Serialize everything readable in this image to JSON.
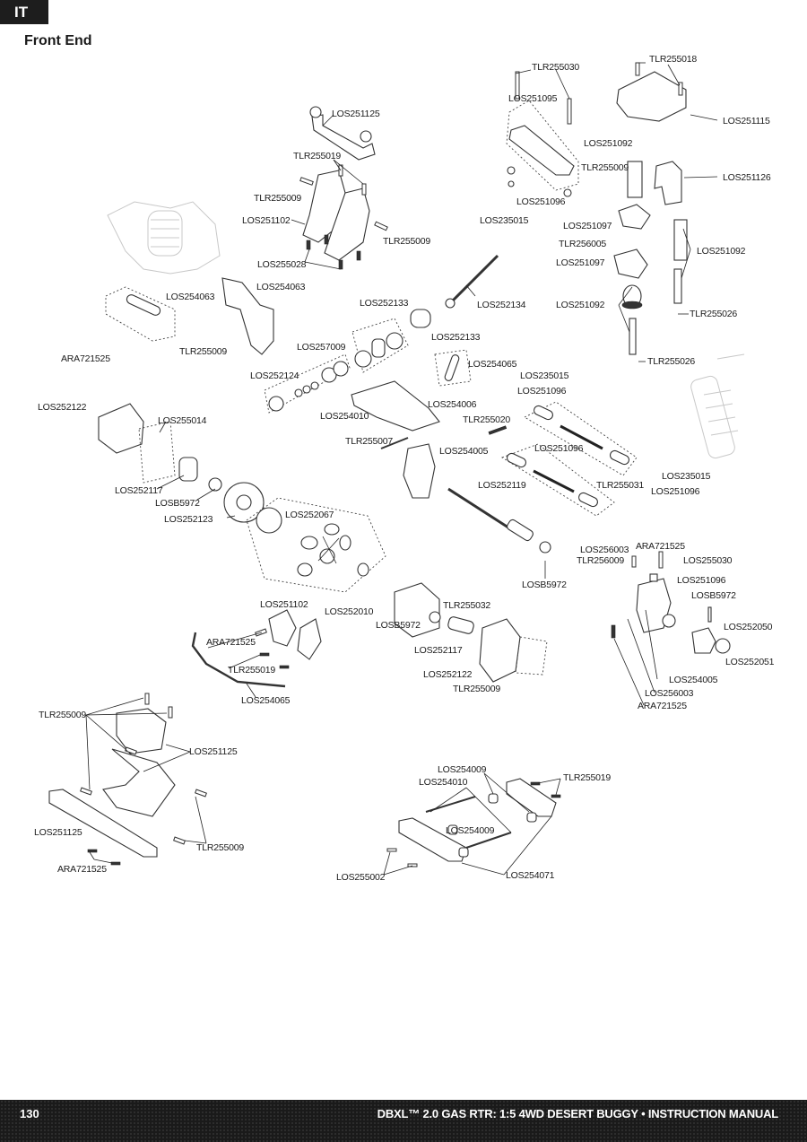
{
  "header": {
    "language_tab": "IT",
    "section_title": "Front End"
  },
  "footer": {
    "page_number": "130",
    "manual_title": "DBXL™ 2.0 GAS RTR: 1:5 4WD DESERT BUGGY • INSTRUCTION MANUAL"
  },
  "labels": {
    "tlr255030": "TLR255030",
    "los251095": "LOS251095",
    "tlr255018": "TLR255018",
    "los251115": "LOS251115",
    "los251092_top": "LOS251092",
    "tlr255009_post": "TLR255009",
    "los251126": "LOS251126",
    "los251096_top": "LOS251096",
    "los235015_top": "LOS235015",
    "los251097_a": "LOS251097",
    "tlr256005": "TLR256005",
    "los251097_b": "LOS251097",
    "los251092_right": "LOS251092",
    "los251092_spring": "LOS251092",
    "tlr255026_a": "TLR255026",
    "tlr255026_b": "TLR255026",
    "los251125_top": "LOS251125",
    "tlr255019_top": "TLR255019",
    "tlr255009_a": "TLR255009",
    "los251102_top": "LOS251102",
    "tlr255009_b": "TLR255009",
    "los255028": "LOS255028",
    "los252134": "LOS252134",
    "los254063_a": "LOS254063",
    "los254063_b": "LOS254063",
    "ara721525_a": "ARA721525",
    "tlr255009_c": "TLR255009",
    "los252133_a": "LOS252133",
    "los252133_b": "LOS252133",
    "los257009": "LOS257009",
    "los252124": "LOS252124",
    "los254065_a": "LOS254065",
    "los254006": "LOS254006",
    "los254010_a": "LOS254010",
    "los235015_mid": "LOS235015",
    "los251096_mid": "LOS251096",
    "tlr255020": "TLR255020",
    "tlr255007": "TLR255007",
    "los254005_a": "LOS254005",
    "los251096_link": "LOS251096",
    "los235015_r": "LOS235015",
    "los251096_r": "LOS251096",
    "tlr255031": "TLR255031",
    "los252119": "LOS252119",
    "los252122_a": "LOS252122",
    "los255014": "LOS255014",
    "los252117_a": "LOS252117",
    "losb5972_a": "LOSB5972",
    "los252123": "LOS252123",
    "los252067": "LOS252067",
    "losb5972_b": "LOSB5972",
    "los256003_a": "LOS256003",
    "ara721525_b": "ARA721525",
    "tlr256009": "TLR256009",
    "los255030": "LOS255030",
    "los251096_k": "LOS251096",
    "losb5972_c": "LOSB5972",
    "los252050": "LOS252050",
    "los252051": "LOS252051",
    "los254005_b": "LOS254005",
    "los256003_b": "LOS256003",
    "ara721525_c": "ARA721525",
    "los251102_b": "LOS251102",
    "ara721525_d": "ARA721525",
    "tlr255019_b": "TLR255019",
    "los254065_b": "LOS254065",
    "los252010": "LOS252010",
    "tlr255032": "TLR255032",
    "losb5972_d": "LOSB5972",
    "los252117_b": "LOS252117",
    "los252122_b": "LOS252122",
    "tlr255009_d": "TLR255009",
    "tlr255009_e": "TLR255009",
    "los251125_a": "LOS251125",
    "los251125_b": "LOS251125",
    "tlr255009_f": "TLR255009",
    "ara721525_e": "ARA721525",
    "los254009_a": "LOS254009",
    "los254010_b": "LOS254010",
    "tlr255019_c": "TLR255019",
    "los254009_b": "LOS254009",
    "los255002": "LOS255002",
    "los254071": "LOS254071"
  }
}
